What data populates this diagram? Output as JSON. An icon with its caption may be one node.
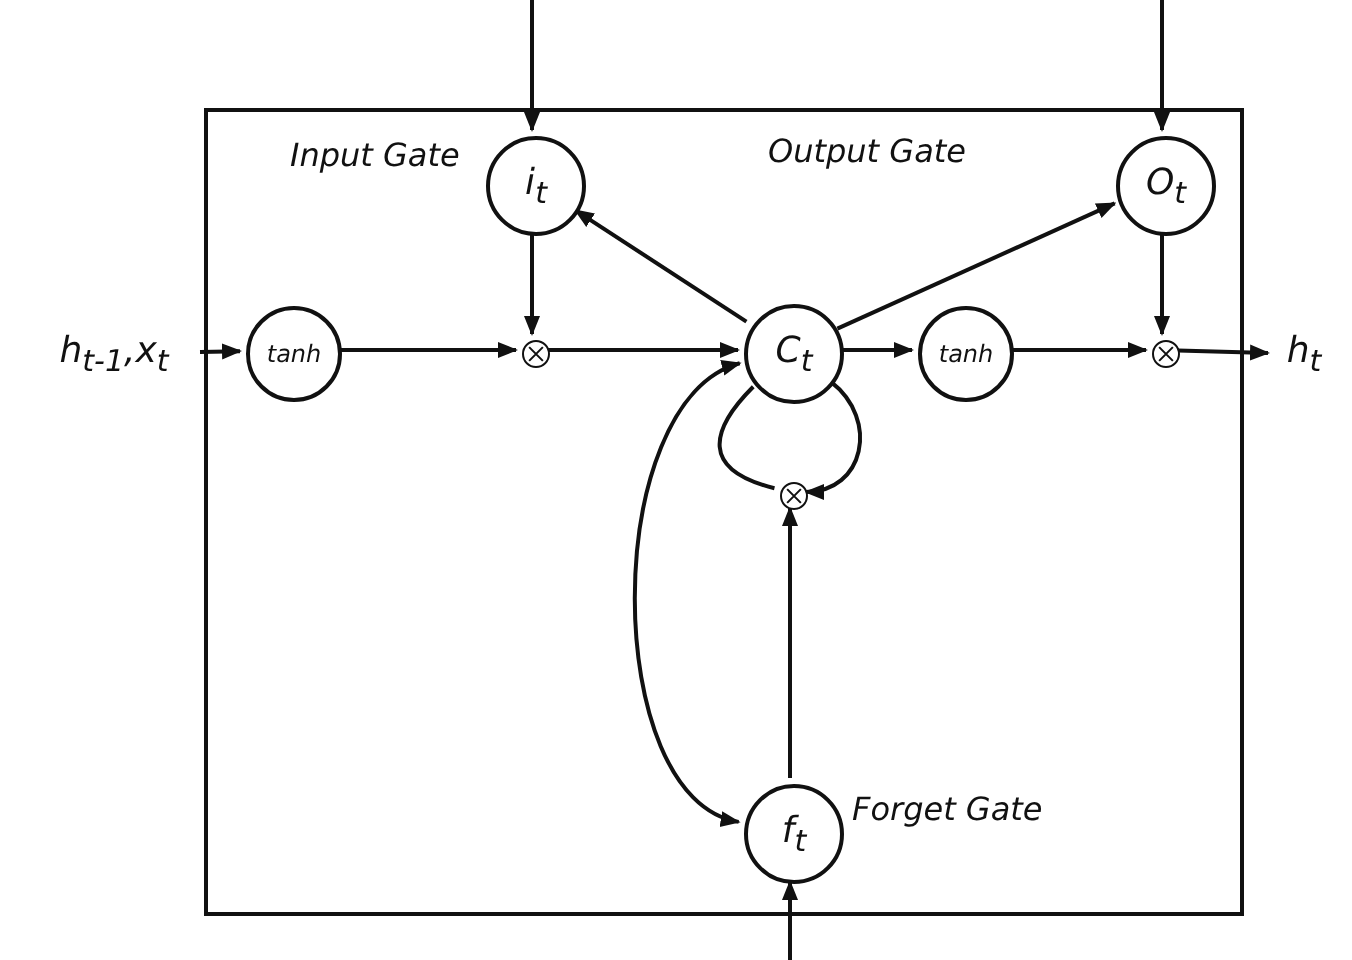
{
  "diagram": {
    "nodes": [
      {
        "text": [],
        "shape": "box"
      },
      {
        "text": [
          "h$_{t-1}$,x$_{t}$"
        ]
      },
      {
        "text": [
          "tanh"
        ],
        "in": 0
      },
      {
        "text": [],
        "shape": "circle",
        "in": 0
      },
      {
        "text": [
          "i$_{t}$"
        ],
        "beside": [
          "Input Gate"
        ],
        "in": 0
      },
      {
        "text": [
          "C$_{t}$"
        ],
        "in": 0
      },
      {
        "text": [
          "O$_{t}$"
        ],
        "in": 0
      },
      {
        "text": [
          "tanh"
        ],
        "in": 0
      },
      {
        "text": [],
        "shape": "circle",
        "in": 0
      },
      {
        "text": [
          "h$_{t}$"
        ]
      },
      {
        "text": [],
        "shape": "circle",
        "in": 0
      },
      {
        "text": [
          "f$_{t}$"
        ],
        "beside": [
          "Forget Gate"
        ],
        "in": 0
      }
    ],
    "edges": [
      {
        "from": null,
        "to": 4,
        "arrow": "to"
      },
      {
        "from": null,
        "to": 6,
        "arrow": "to"
      },
      {
        "from": null,
        "to": 11,
        "arrow": "to"
      },
      {
        "from": 1,
        "to": 2,
        "arrow": "to"
      },
      {
        "from": 2,
        "to": 3,
        "arrow": "to"
      },
      {
        "from": 4,
        "to": 3,
        "arrow": "to"
      },
      {
        "from": 3,
        "to": 5,
        "arrow": "to"
      },
      {
        "from": 5,
        "to": 4,
        "arrow": "to"
      },
      {
        "from": 5,
        "to": 6,
        "arrow": "to"
      },
      {
        "from": 5,
        "to": 7,
        "arrow": "to"
      },
      {
        "from": 7,
        "to": 8,
        "arrow": "to"
      },
      {
        "from": 6,
        "to": 8,
        "arrow": "to"
      },
      {
        "from": 8,
        "to": 9,
        "arrow": "to"
      },
      {
        "from": 5,
        "to": 11,
        "arrow": "both"
      },
      {
        "from": 10,
        "to": 5,
        "arrow": "none"
      },
      {
        "from": 5,
        "to": 10,
        "arrow": "to"
      },
      {
        "from": 11,
        "to": 10,
        "arrow": "to"
      }
    ],
    "labels": [
      "Output Gate"
    ]
  }
}
